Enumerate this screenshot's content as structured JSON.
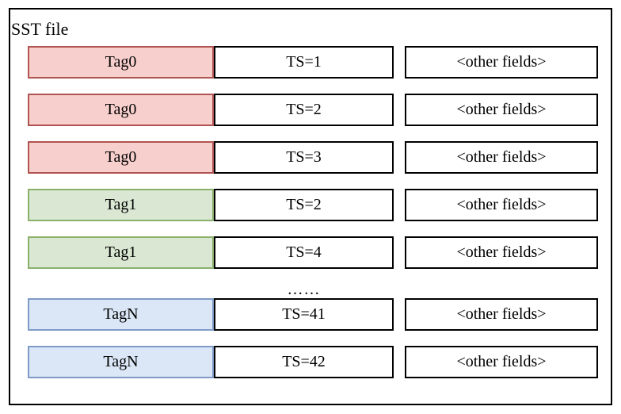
{
  "diagram": {
    "title": "SST file",
    "ellipsis_label": "……",
    "rows": [
      {
        "type": "record",
        "tag": "Tag0",
        "ts": "TS=1",
        "other": "<other fields>",
        "color": "red"
      },
      {
        "type": "record",
        "tag": "Tag0",
        "ts": "TS=2",
        "other": "<other fields>",
        "color": "red"
      },
      {
        "type": "record",
        "tag": "Tag0",
        "ts": "TS=3",
        "other": "<other fields>",
        "color": "red"
      },
      {
        "type": "record",
        "tag": "Tag1",
        "ts": "TS=2",
        "other": "<other fields>",
        "color": "green"
      },
      {
        "type": "record",
        "tag": "Tag1",
        "ts": "TS=4",
        "other": "<other fields>",
        "color": "green"
      },
      {
        "type": "ellipsis"
      },
      {
        "type": "record",
        "tag": "TagN",
        "ts": "TS=41",
        "other": "<other fields>",
        "color": "blue"
      },
      {
        "type": "record",
        "tag": "TagN",
        "ts": "TS=42",
        "other": "<other fields>",
        "color": "blue"
      }
    ],
    "colors": {
      "red": {
        "fill": "#f7cfcc",
        "border": "#b05451"
      },
      "green": {
        "fill": "#d9e7d3",
        "border": "#8ab06c"
      },
      "blue": {
        "fill": "#dbe7f6",
        "border": "#7e9bc7"
      }
    },
    "outline_color": "#000000"
  }
}
